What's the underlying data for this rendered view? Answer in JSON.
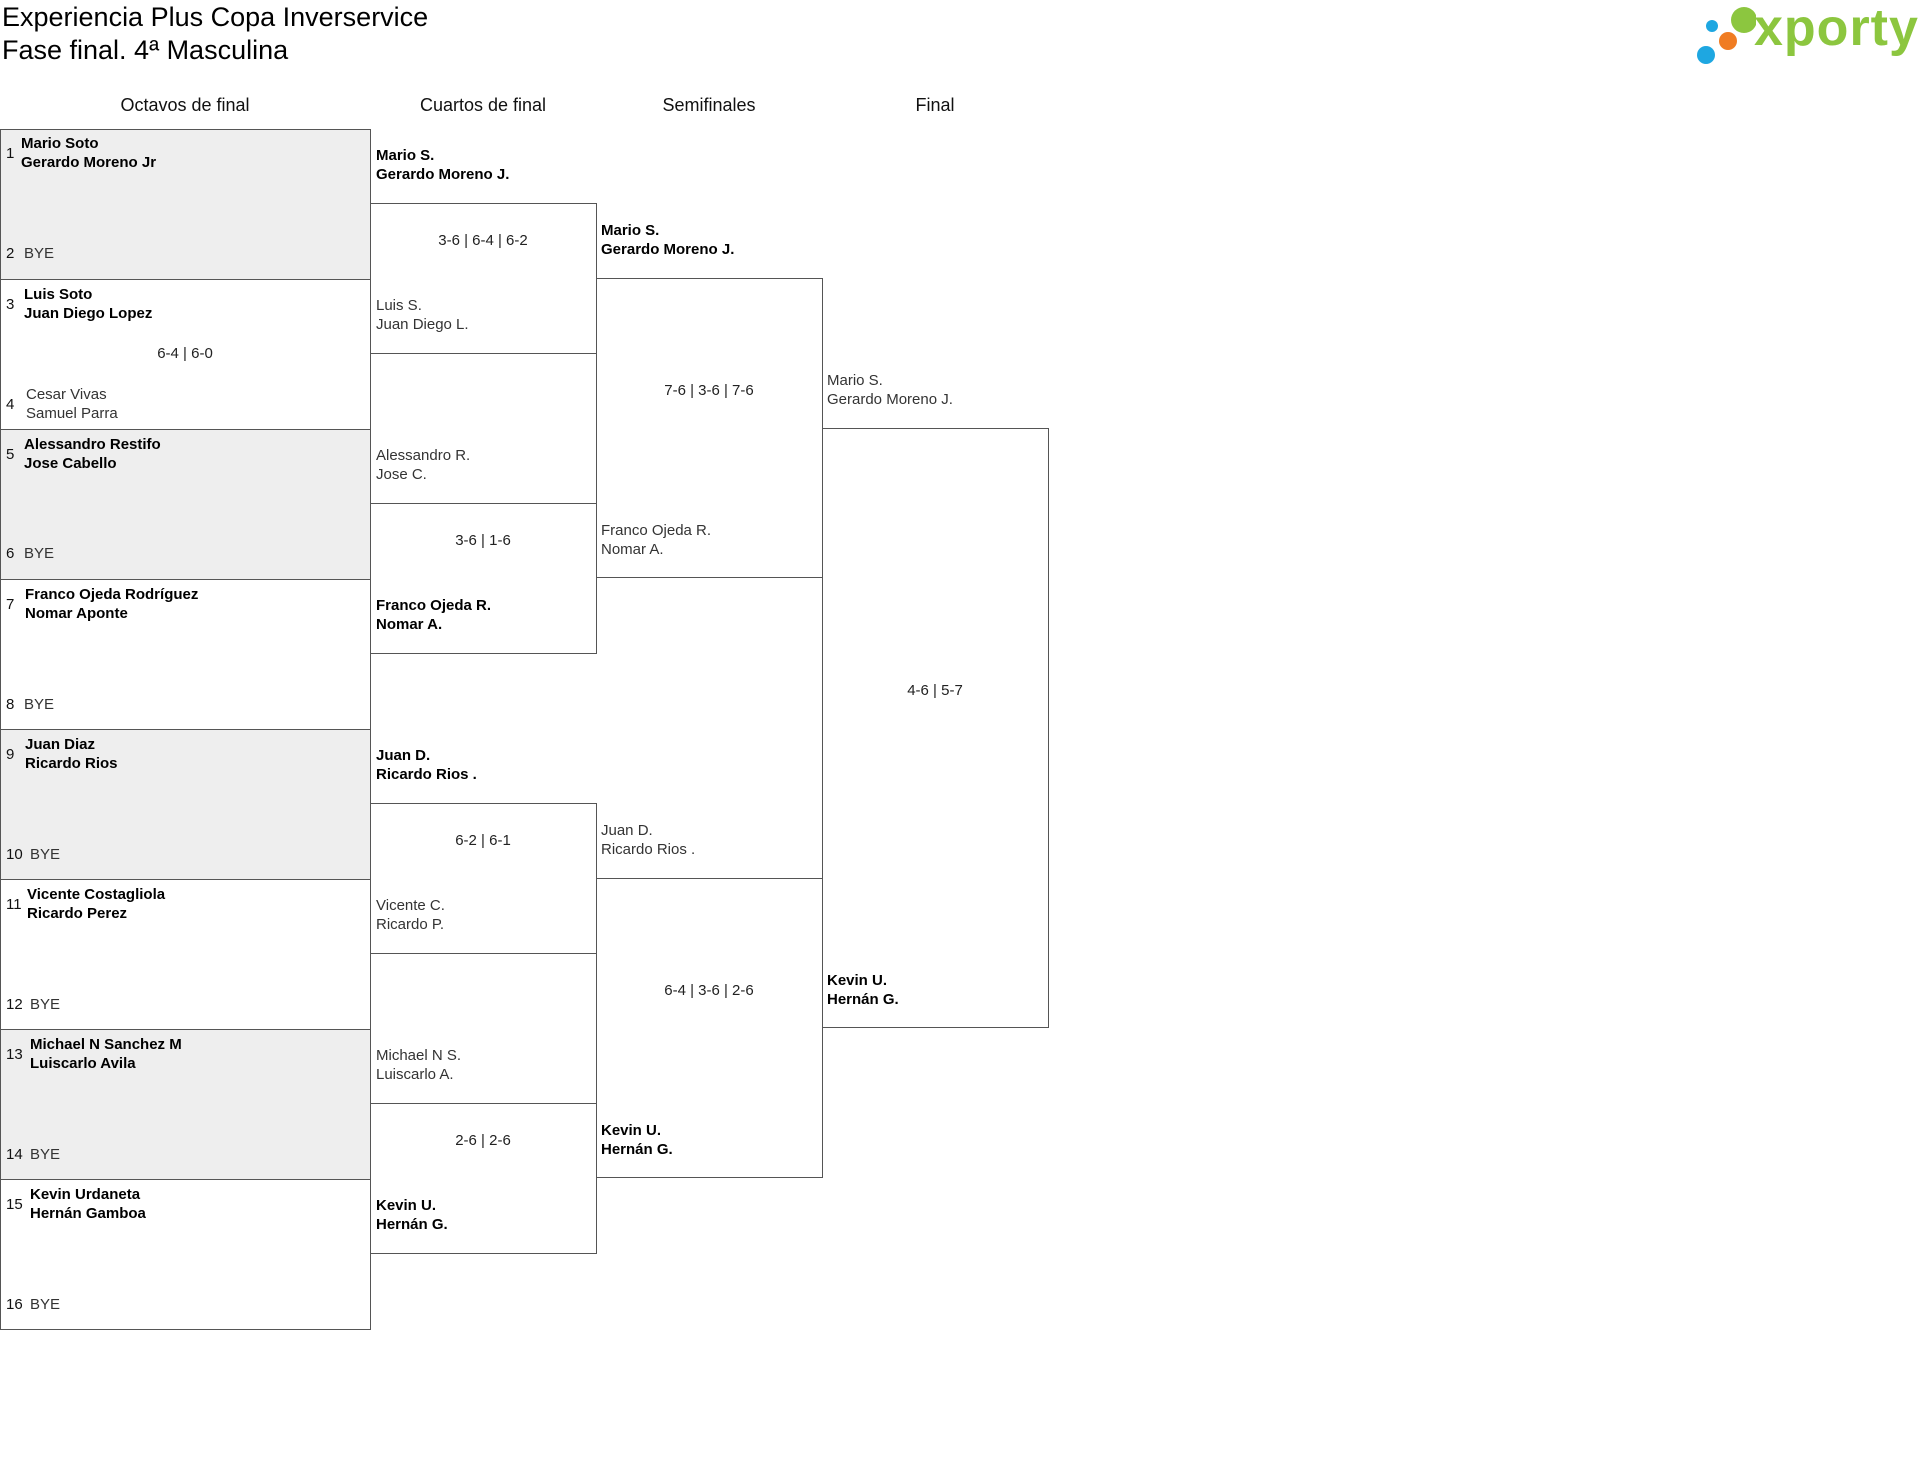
{
  "header": {
    "title_line1": "Experiencia Plus Copa Inverservice",
    "title_line2": "Fase final. 4ª Masculina",
    "logo_text": "xporty",
    "logo_colors": {
      "green": "#8cc63f",
      "blue": "#1ea7e1",
      "orange": "#f07c22"
    }
  },
  "rounds": [
    "Octavos de final",
    "Cuartos de final",
    "Semifinales",
    "Final"
  ],
  "octavos": {
    "matches": [
      {
        "seed_a": "1",
        "a1": "Mario Soto",
        "a2": "Gerardo Moreno Jr",
        "seed_b": "2",
        "b": "BYE",
        "score": ""
      },
      {
        "seed_a": "3",
        "a1": "Luis Soto",
        "a2": "Juan Diego Lopez",
        "seed_b": "4",
        "b1": "Cesar Vivas",
        "b2": "Samuel Parra",
        "score": "6-4 | 6-0"
      },
      {
        "seed_a": "5",
        "a1": "Alessandro Restifo",
        "a2": "Jose Cabello",
        "seed_b": "6",
        "b": "BYE",
        "score": ""
      },
      {
        "seed_a": "7",
        "a1": "Franco Ojeda Rodríguez",
        "a2": "Nomar Aponte",
        "seed_b": "8",
        "b": "BYE",
        "score": ""
      },
      {
        "seed_a": "9",
        "a1": "Juan Diaz",
        "a2": "Ricardo Rios",
        "seed_b": "10",
        "b": "BYE",
        "score": ""
      },
      {
        "seed_a": "11",
        "a1": "Vicente Costagliola",
        "a2": "Ricardo Perez",
        "seed_b": "12",
        "b": "BYE",
        "score": ""
      },
      {
        "seed_a": "13",
        "a1": "Michael N Sanchez M",
        "a2": "Luiscarlo Avila",
        "seed_b": "14",
        "b": "BYE",
        "score": ""
      },
      {
        "seed_a": "15",
        "a1": "Kevin Urdaneta",
        "a2": "Hernán Gamboa",
        "seed_b": "16",
        "b": "BYE",
        "score": ""
      }
    ]
  },
  "cuartos": {
    "matches": [
      {
        "a1": "Mario S.",
        "a2": "Gerardo Moreno J.",
        "b1": "Luis S.",
        "b2": "Juan Diego L.",
        "score": "3-6 | 6-4 | 6-2"
      },
      {
        "a1": "Alessandro R.",
        "a2": "Jose C.",
        "b1": "Franco Ojeda R.",
        "b2": "Nomar A.",
        "score": "3-6 | 1-6"
      },
      {
        "a1": "Juan D.",
        "a2": "Ricardo Rios .",
        "b1": "Vicente C.",
        "b2": "Ricardo P.",
        "score": "6-2 | 6-1"
      },
      {
        "a1": "Michael N S.",
        "a2": "Luiscarlo A.",
        "b1": "Kevin U.",
        "b2": "Hernán G.",
        "score": "2-6 | 2-6"
      }
    ]
  },
  "semis": {
    "matches": [
      {
        "a1": "Mario S.",
        "a2": "Gerardo Moreno J.",
        "b1": "Franco Ojeda R.",
        "b2": "Nomar A.",
        "score": "7-6 | 3-6 | 7-6"
      },
      {
        "a1": "Juan D.",
        "a2": "Ricardo Rios .",
        "b1": "Kevin U.",
        "b2": "Hernán G.",
        "score": "6-4 | 3-6 | 2-6"
      }
    ]
  },
  "final": {
    "a1": "Mario S.",
    "a2": "Gerardo Moreno J.",
    "b1": "Kevin U.",
    "b2": "Hernán G.",
    "score": "4-6 | 5-7"
  }
}
